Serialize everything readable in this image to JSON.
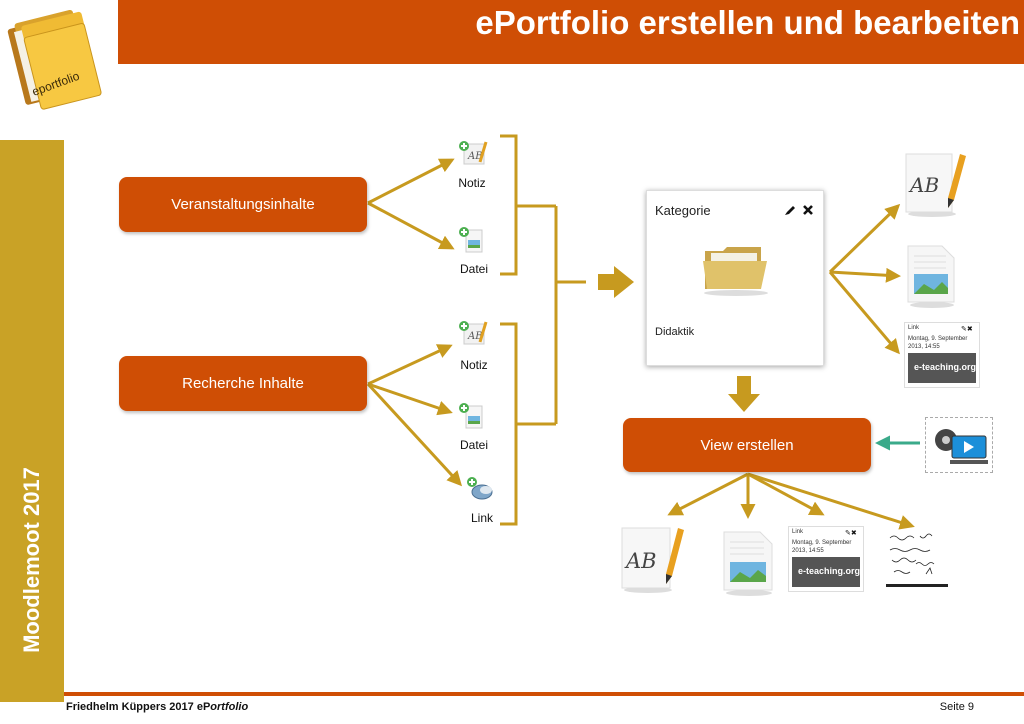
{
  "header": {
    "title": "ePortfolio erstellen und bearbeiten",
    "logo_label": "eportfolio"
  },
  "sidebar": {
    "text": "Moodlemoot 2017"
  },
  "footer": {
    "author": "Friedhelm Küppers 2017 eP",
    "author_italic": "ortfolio",
    "page": "Seite 9"
  },
  "colors": {
    "accent": "#cf4e05",
    "sidebar": "#c9a226",
    "arrow": "#c79a1f",
    "teal": "#3aaa8a"
  },
  "sources": [
    {
      "label": "Veranstaltungsinhalte"
    },
    {
      "label": "Recherche Inhalte"
    }
  ],
  "items_group1": [
    {
      "label": "Notiz",
      "icon": "note-add-icon"
    },
    {
      "label": "Datei",
      "icon": "file-add-icon"
    }
  ],
  "items_group2": [
    {
      "label": "Notiz",
      "icon": "note-add-icon"
    },
    {
      "label": "Datei",
      "icon": "file-add-icon"
    },
    {
      "label": "Link",
      "icon": "link-add-icon"
    }
  ],
  "category_card": {
    "title": "Kategorie",
    "subtitle": "Didaktik"
  },
  "view_button": {
    "label": "View erstellen"
  },
  "thumb": {
    "title": "Link",
    "date": "Montag, 9. September 2013, 14:55",
    "brand": "e-teaching.org"
  }
}
